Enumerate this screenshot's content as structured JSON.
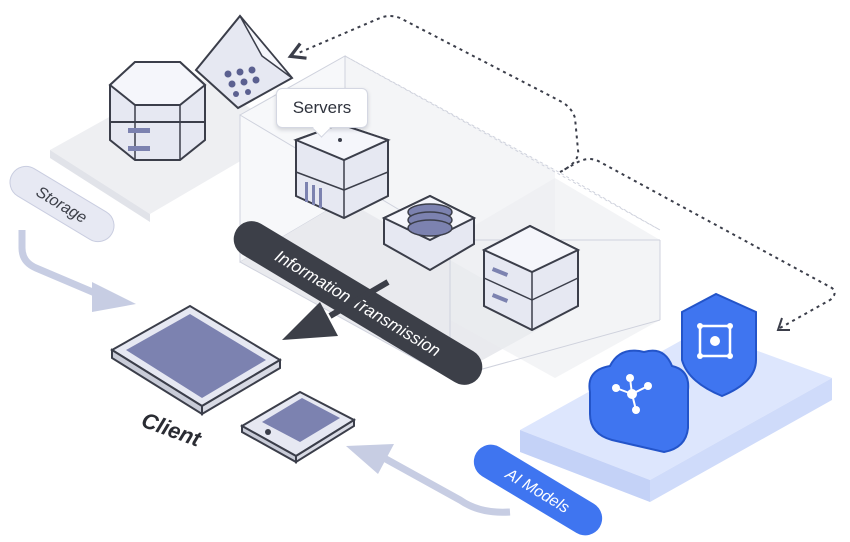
{
  "labels": {
    "servers": "Servers",
    "storage": "Storage",
    "information_transmission": "Information Transmission",
    "client": "Client",
    "ai_models": "AI Models"
  },
  "colors": {
    "platform_gray": "#eeeff2",
    "server_body": "#e6e8f2",
    "outline": "#3b3e4a",
    "screen": "#7c82b0",
    "dark_label": "#3c3f48",
    "light_label": "#e7e9f3",
    "flow_arrow": "#c7cde3",
    "ai_blue": "#3f75f0",
    "ai_platform": "#dde6fd"
  },
  "icons": [
    "storage-hexagon-icon",
    "storage-cube-icon",
    "server-icon",
    "disk-stack-icon",
    "rack-server-icon",
    "tablet-icon",
    "phone-icon",
    "ai-cloud-icon",
    "ai-shield-icon"
  ]
}
